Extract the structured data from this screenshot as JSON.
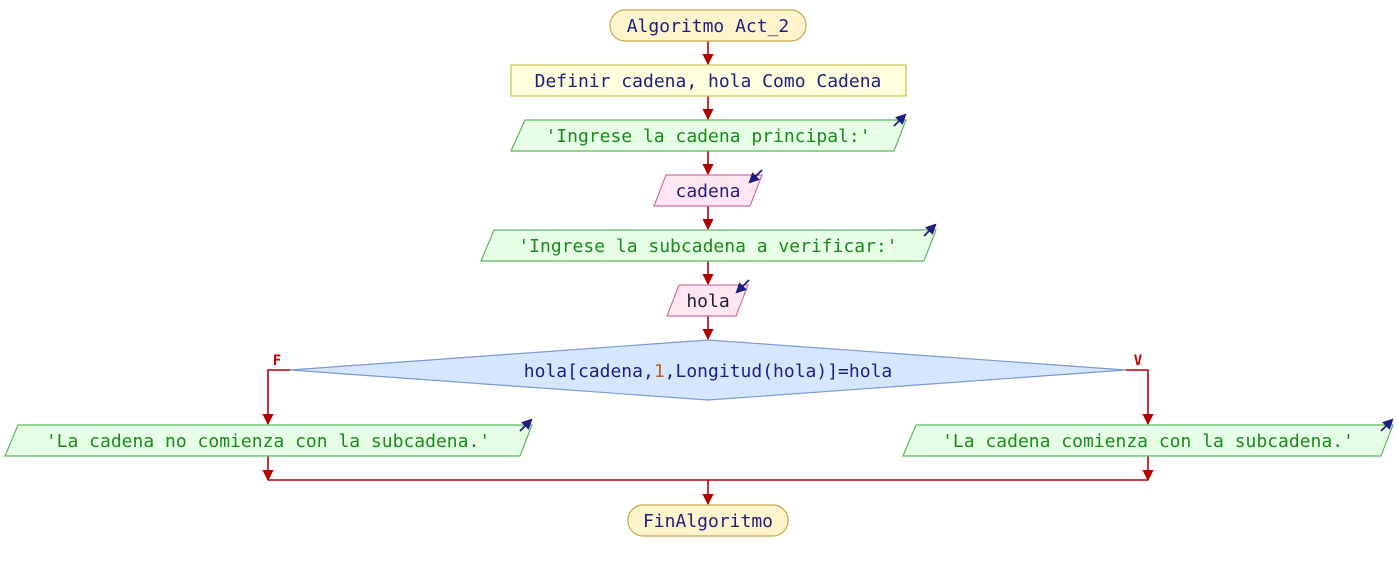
{
  "diagram": {
    "start": "Algoritmo Act_2",
    "define": "Definir cadena, hola Como Cadena",
    "write_principal": "'Ingrese la cadena principal:'",
    "read_cadena": "cadena",
    "write_sub": "'Ingrese la subcadena a verificar:'",
    "read_hola": "hola",
    "condition": {
      "part1": "hola[cadena,",
      "part2": "1",
      "part3": ",Longitud(hola)]=hola"
    },
    "false_label": "F",
    "true_label": "V",
    "write_false": "'La cadena no comienza con la subcadena.'",
    "write_true": "'La cadena comienza con la subcadena.'",
    "end": "FinAlgoritmo"
  },
  "colors": {
    "flow": "#b00000",
    "terminal_fill": "#fff5cc",
    "output_fill": "#e6ffe6",
    "input_fill": "#ffe6f0",
    "decision_fill": "#d6e6ff",
    "number_literal": "#c06020"
  }
}
